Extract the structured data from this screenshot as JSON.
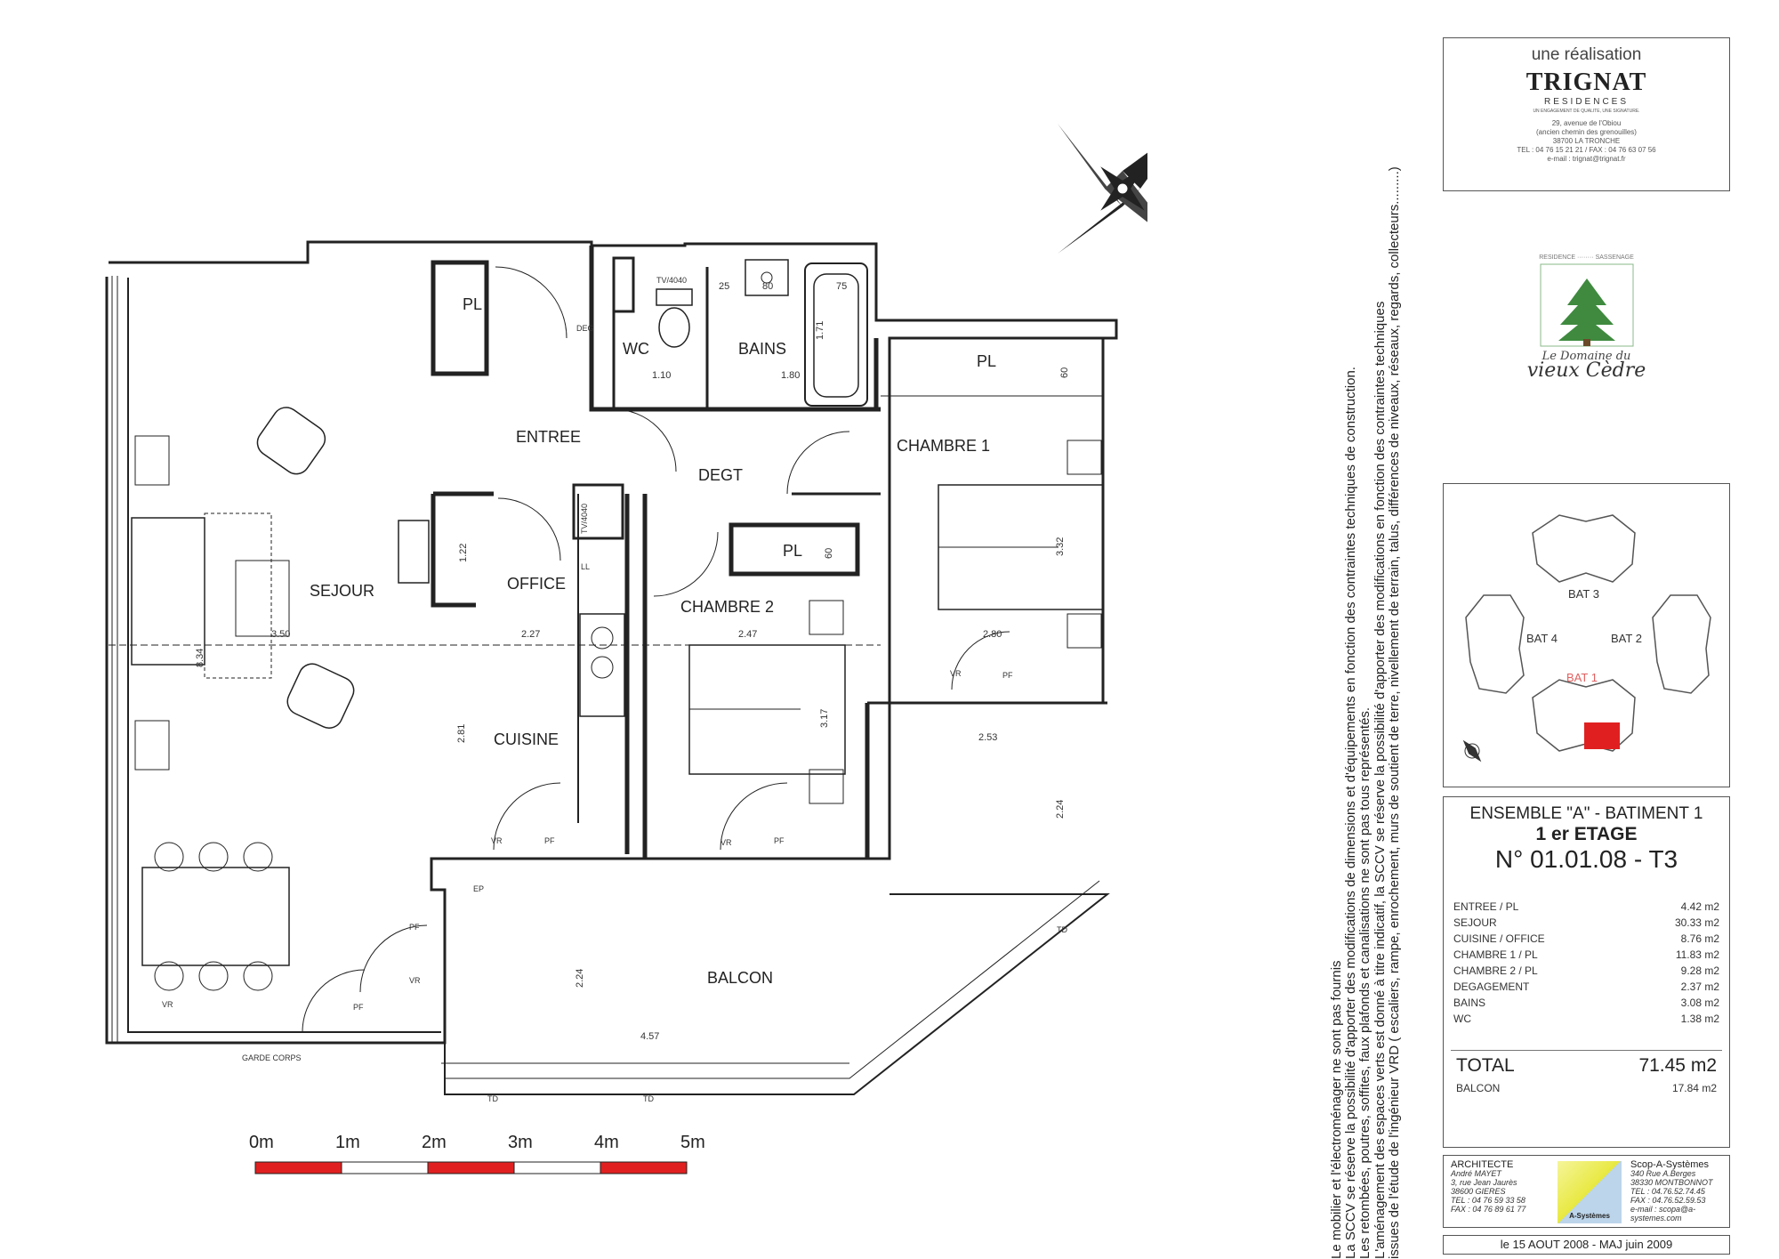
{
  "plan": {
    "rooms": {
      "pl_entree": "PL",
      "wc": "WC",
      "bains": "BAINS",
      "pl_chambre1": "PL",
      "entree": "ENTREE",
      "chambre1": "CHAMBRE 1",
      "degt": "DEGT",
      "pl_chambre2": "PL",
      "sejour": "SEJOUR",
      "office": "OFFICE",
      "chambre2": "CHAMBRE 2",
      "cuisine": "CUISINE",
      "balcon": "BALCON"
    },
    "dims": {
      "d110": "1.10",
      "d180": "1.80",
      "d171": "1.71",
      "d25": "25",
      "d80": "80",
      "d75": "75",
      "d60a": "60",
      "d122": "1.22",
      "d60b": "60",
      "d332": "3.32",
      "d350": "3.50",
      "d227": "2.27",
      "d247": "2.47",
      "d280": "2.80",
      "d834": "8.34",
      "d281": "2.81",
      "d317": "3.17",
      "d253": "2.53",
      "d224a": "2.24",
      "d224b": "2.24",
      "d457": "4.57"
    },
    "marks": {
      "deg": "DEG",
      "tv1": "TV/4040",
      "tv2": "TV/4040",
      "ll": "LL",
      "ep": "EP",
      "vr1": "VR",
      "pf1": "PF",
      "vr2": "VR",
      "pf2": "PF",
      "vr3": "VR",
      "pf3": "PF",
      "pf4": "PF",
      "vr4": "VR",
      "vr5": "VR",
      "pf5": "PF",
      "td1": "TD",
      "td2": "TD",
      "td3": "TD",
      "garde_corps": "GARDE CORPS",
      "north": "N"
    },
    "scale_labels": [
      "0m",
      "1m",
      "2m",
      "3m",
      "4m",
      "5m"
    ]
  },
  "notes": [
    "Le mobilier et l'électroménager ne sont pas fournis",
    "La SCCV se réserve la possibilité d'apporter des modifications de dimensions et d'équipements en fonction des contraintes techniques de construction.",
    "Les retombées, poutres, soffites, faux plafonds et canalisations ne sont pas tous représentés.",
    "L'aménagement des espaces verts est donné à titre indicatif, la SCCV se réserve la possibilité d'apporter des modifications en fonction des contraintes techniques",
    "issues de l'étude de l'ingénieur VRD ( escaliers, rampe, enrochement, murs de soutient de terre, nivellement de terrain, talus, différences de niveaux, réseaux, regards, collecteurs.........)"
  ],
  "promoter": {
    "realisation": "une réalisation",
    "name": "TRIGNAT",
    "residences": "RESIDENCES",
    "tagline": "UN ENGAGEMENT DE QUALITE, UNE SIGNATURE.",
    "address": [
      "29, avenue de l'Obiou",
      "(ancien chemin des grenouilles)",
      "38700 LA TRONCHE",
      "TEL : 04 76 15 21 21  /  FAX : 04 76 63 07 56",
      "e-mail : trignat@trignat.fr"
    ]
  },
  "residence": {
    "top": "RESIDENCE ········ SASSENAGE",
    "name1": "Le Domaine du",
    "name2": "vieux Cèdre"
  },
  "keyplan": {
    "bat3": "BAT 3",
    "bat4": "BAT 4",
    "bat2": "BAT 2",
    "bat1": "BAT 1"
  },
  "colors": {
    "highlight": "#e02020",
    "scale_red": "#e02020",
    "bat1": "#e06060"
  },
  "title": {
    "line1": "ENSEMBLE \"A\" - BATIMENT 1",
    "line2": "1 er ETAGE",
    "line3": "N° 01.01.08  -  T3"
  },
  "areas": [
    {
      "label": "ENTREE / PL",
      "value": "4.42 m2"
    },
    {
      "label": "SEJOUR",
      "value": "30.33 m2"
    },
    {
      "label": "CUISINE / OFFICE",
      "value": "8.76 m2"
    },
    {
      "label": "CHAMBRE 1 / PL",
      "value": "11.83 m2"
    },
    {
      "label": "CHAMBRE 2 / PL",
      "value": "9.28 m2"
    },
    {
      "label": "DEGAGEMENT",
      "value": "2.37 m2"
    },
    {
      "label": "BAINS",
      "value": "3.08 m2"
    },
    {
      "label": "WC",
      "value": "1.38 m2"
    }
  ],
  "total": {
    "label": "TOTAL",
    "value": "71.45 m2"
  },
  "balcon": {
    "label": "BALCON",
    "value": "17.84 m2"
  },
  "architect": {
    "title": "ARCHITECTE",
    "lines": [
      "André MAYET",
      "3, rue Jean Jaurès",
      "38600 GIERES",
      "TEL : 04 76 59 33 58",
      "FAX : 04 76 89 61 77"
    ]
  },
  "bet": {
    "logo_text": "A-Systèmes",
    "title": "Scop-A-Systèmes",
    "lines": [
      "340 Rue A.Berges",
      "38330 MONTBONNOT",
      "TEL : 04.76.52.74.45",
      "FAX : 04.76.52.59.53",
      "e-mail : scopa@a-systemes.com"
    ]
  },
  "date": "le 15 AOUT 2008 - MAJ juin 2009"
}
